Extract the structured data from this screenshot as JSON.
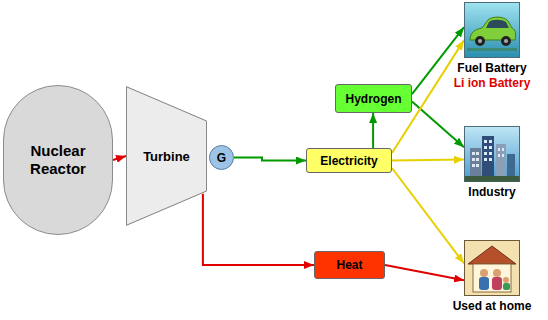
{
  "diagram": {
    "nodes": [
      {
        "text": [
          "Nuclear Reactor"
        ]
      },
      {
        "text": [
          "Turbine"
        ]
      },
      {
        "text": [
          "G"
        ]
      },
      {
        "text": [
          "Hydrogen"
        ]
      },
      {
        "text": [
          "Electricity"
        ]
      },
      {
        "text": [
          "Heat"
        ]
      },
      {
        "text": [
          "Fuel Battery",
          "Li ion Battery"
        ]
      },
      {
        "text": [
          "Industry"
        ]
      },
      {
        "text": [
          "Used at home"
        ]
      }
    ],
    "edges": [
      {
        "from": 0,
        "to": 1,
        "arrow": "to"
      },
      {
        "from": 2,
        "to": 4,
        "arrow": "to"
      },
      {
        "from": 1,
        "to": 5,
        "arrow": "to"
      },
      {
        "from": 4,
        "to": 3,
        "arrow": "to"
      },
      {
        "from": 3,
        "to": 6,
        "arrow": "to"
      },
      {
        "from": 3,
        "to": 7,
        "arrow": "to"
      },
      {
        "from": 4,
        "to": 6,
        "arrow": "to"
      },
      {
        "from": 4,
        "to": 7,
        "arrow": "to"
      },
      {
        "from": 4,
        "to": 8,
        "arrow": "to"
      },
      {
        "from": 5,
        "to": 8,
        "arrow": "to"
      }
    ]
  }
}
